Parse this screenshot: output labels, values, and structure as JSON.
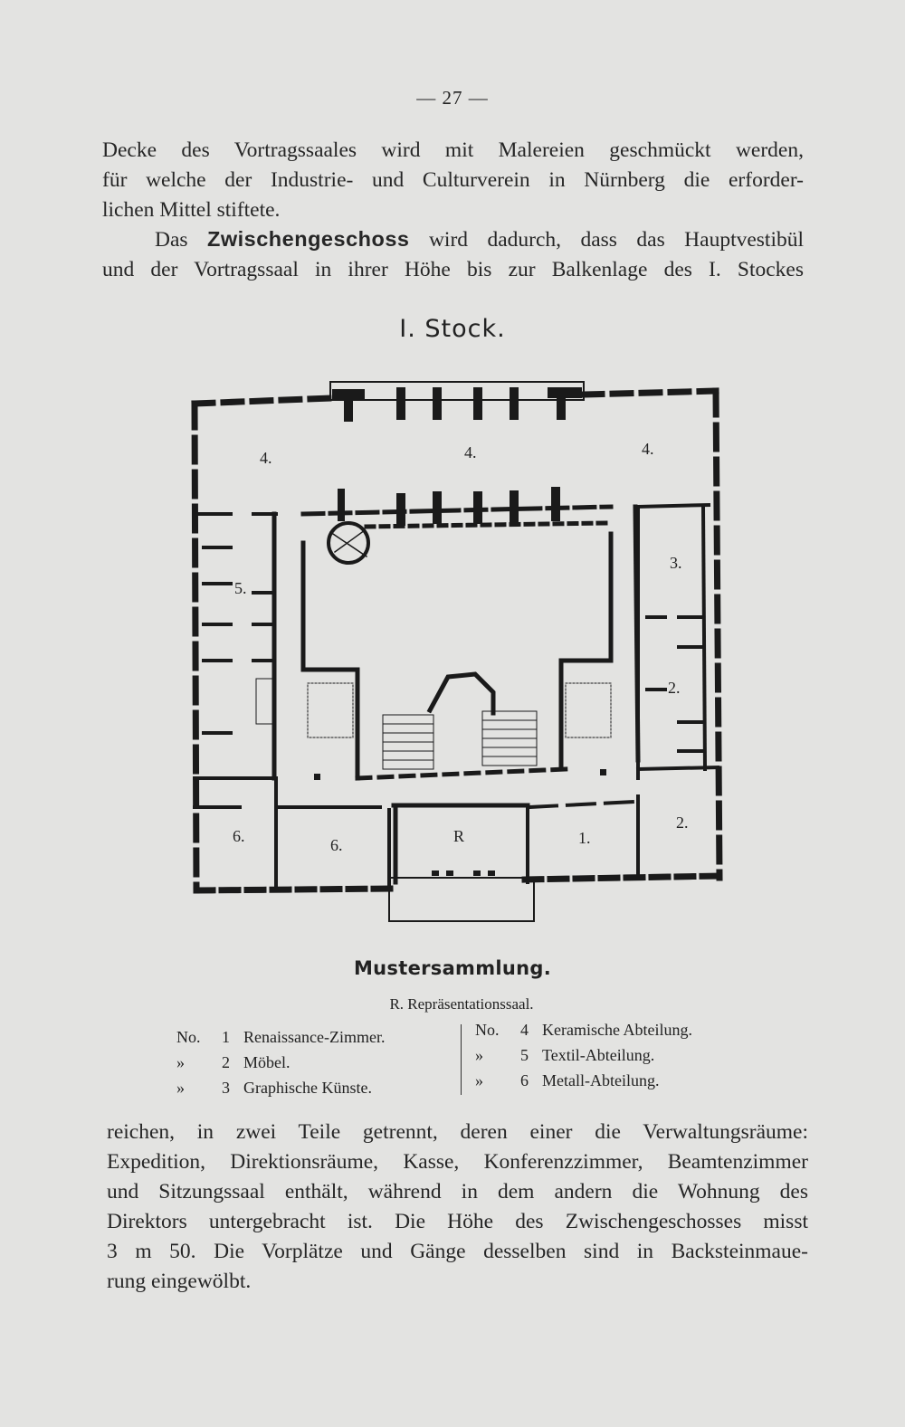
{
  "page_number": "— 27 —",
  "paragraph_1": {
    "lines": [
      "Decke des Vortragssaales wird mit Malereien geschmückt werden,",
      "für welche der Industrie- und Culturverein in Nürnberg die erforder-",
      "lichen Mittel stiftete."
    ]
  },
  "paragraph_2": {
    "line1_before": "Das",
    "line1_bold": "Zwischengeschoss",
    "line1_after": "wird dadurch, dass das Hauptvestibül",
    "line2": "und der Vortragssaal in ihrer Höhe bis zur Balkenlage des I. Stockes"
  },
  "floor_title": "I. Stock.",
  "plan_labels": {
    "room_4_left": "4.",
    "room_4_center": "4.",
    "room_4_right": "4.",
    "room_5": "5.",
    "room_3": "3.",
    "room_2_upper": "2.",
    "room_2_lower": "2.",
    "room_6_left": "6.",
    "room_6_right": "6.",
    "room_r": "R",
    "room_1": "1."
  },
  "caption": {
    "title": "Mustersammlung.",
    "r_line": "R. Repräsentationssaal.",
    "left_items": [
      {
        "prefix": "No.",
        "num": "1",
        "label": "Renaissance-Zimmer."
      },
      {
        "prefix": "»",
        "num": "2",
        "label": "Möbel."
      },
      {
        "prefix": "»",
        "num": "3",
        "label": "Graphische Künste."
      }
    ],
    "right_items": [
      {
        "prefix": "No.",
        "num": "4",
        "label": "Keramische Abteilung."
      },
      {
        "prefix": "»",
        "num": "5",
        "label": "Textil-Abteilung."
      },
      {
        "prefix": "»",
        "num": "6",
        "label": "Metall-Abteilung."
      }
    ]
  },
  "paragraph_3": {
    "lines": [
      "reichen, in zwei Teile getrennt, deren einer die Verwaltungsräume:",
      "Expedition, Direktionsräume, Kasse, Konferenzzimmer, Beamtenzimmer",
      "und Sitzungssaal enthält, während in dem andern die Wohnung des",
      "Direktors untergebracht ist. Die Höhe des Zwischengeschosses misst",
      "3 m 50. Die Vorplätze und Gänge desselben sind in Backsteinmaue-",
      "rung eingewölbt."
    ]
  }
}
